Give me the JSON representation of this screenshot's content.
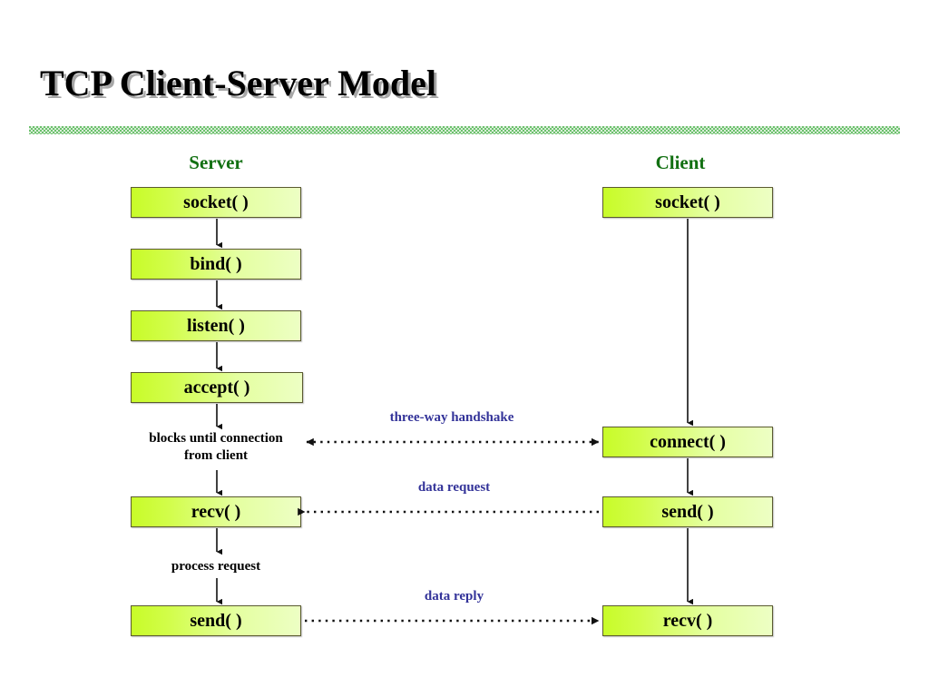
{
  "slide": {
    "title": "TCP Client-Server Model",
    "accent_green": "#6cc06c",
    "header_color": "#127012",
    "box_gradient_from": "#c8fc28",
    "box_gradient_to": "#edffc4",
    "message_label_color": "#333399"
  },
  "columns": {
    "server": {
      "header": "Server"
    },
    "client": {
      "header": "Client"
    }
  },
  "server_steps": [
    {
      "label": "socket( )"
    },
    {
      "label": "bind( )"
    },
    {
      "label": "listen( )"
    },
    {
      "label": "accept( )"
    },
    {
      "label": "recv( )"
    },
    {
      "label": "send( )"
    }
  ],
  "client_steps": [
    {
      "label": "socket( )"
    },
    {
      "label": "connect( )"
    },
    {
      "label": "send( )"
    },
    {
      "label": "recv( )"
    }
  ],
  "server_notes": [
    {
      "line1": "blocks until connection",
      "line2": "from client"
    },
    {
      "line1": "process request",
      "line2": ""
    }
  ],
  "messages": [
    {
      "label": "three-way handshake",
      "direction": "client-to-server"
    },
    {
      "label": "data request",
      "direction": "client-to-server"
    },
    {
      "label": "data reply",
      "direction": "server-to-client"
    }
  ]
}
